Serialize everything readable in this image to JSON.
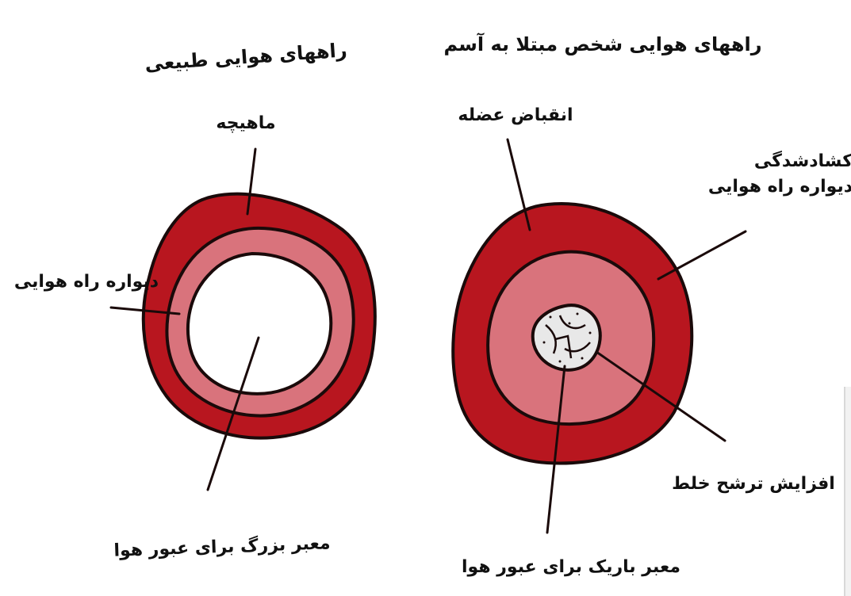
{
  "titles": {
    "normal": "راههای هوایی طبیعی",
    "asthma": "راههای هوایی شخص مبتلا به آسم"
  },
  "normal_airway": {
    "muscle_label": "ماهیچه",
    "wall_label": "دیواره راه هوایی",
    "passage_label": "معبر بزرگ برای عبور هوا"
  },
  "asthmatic_airway": {
    "contraction_label": "انقباض عضله",
    "thickening_label": "کشادشدگی دیواره راه هوایی",
    "secretion_label": "افزایش ترشح خلط",
    "passage_label": "معبر باریک برای عبور هوا"
  },
  "colors": {
    "muscle": "#b8161f",
    "wall": "#d9737c",
    "mucus": "#e8e8e8",
    "outline": "#1a0a0a"
  }
}
